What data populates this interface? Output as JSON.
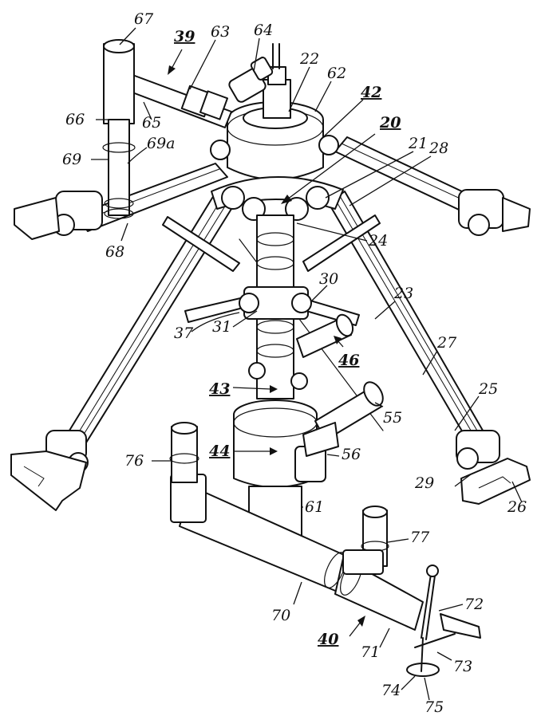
{
  "labels": {
    "l67": "67",
    "l39": "39",
    "l63": "63",
    "l64": "64",
    "l22": "22",
    "l62": "62",
    "l42": "42",
    "l20": "20",
    "l21": "21",
    "l28": "28",
    "l66": "66",
    "l65": "65",
    "l69": "69",
    "l69a": "69a",
    "l68": "68",
    "l24": "24",
    "l30": "30",
    "l23": "23",
    "l37": "37",
    "l31": "31",
    "l27": "27",
    "l46": "46",
    "l43": "43",
    "l25": "25",
    "l55": "55",
    "l44": "44",
    "l56": "56",
    "l76": "76",
    "l29": "29",
    "l26": "26",
    "l61": "61",
    "l77": "77",
    "l72": "72",
    "l70": "70",
    "l40": "40",
    "l71": "71",
    "l73": "73",
    "l74": "74",
    "l75": "75"
  }
}
